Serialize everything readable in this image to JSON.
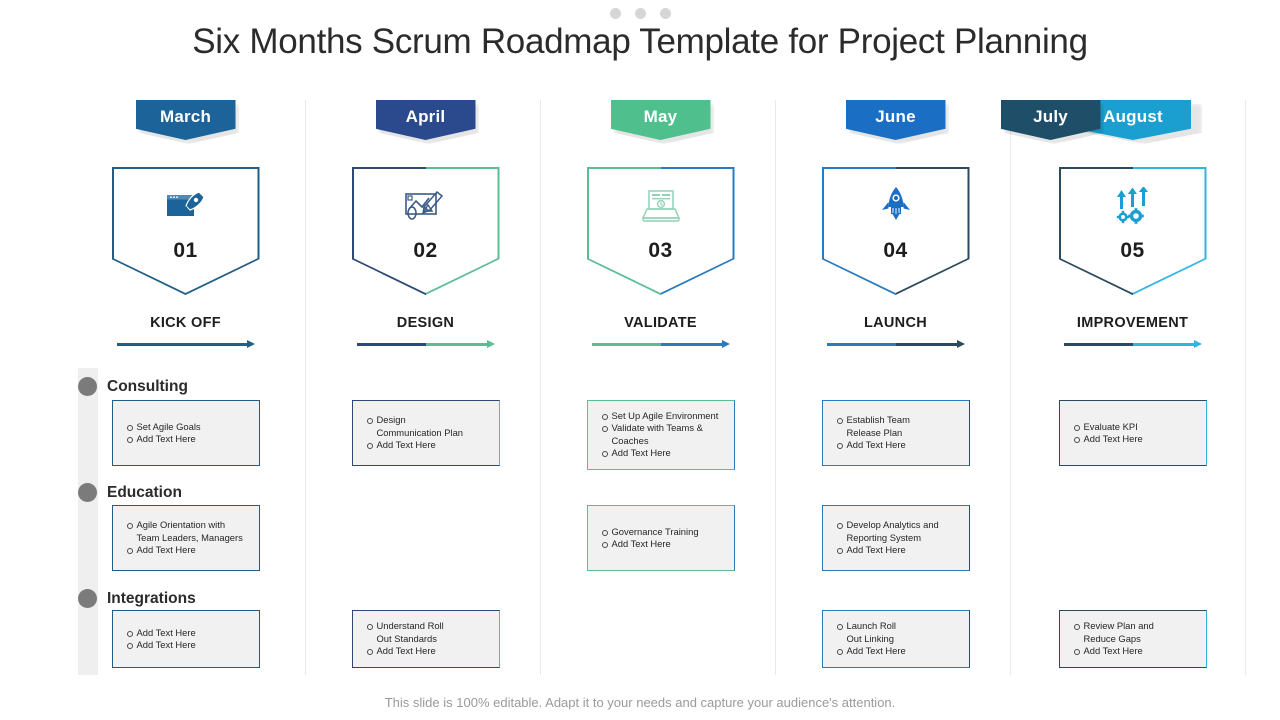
{
  "page": {
    "title": "Six Months Scrum Roadmap Template for Project Planning",
    "footer": "This slide is 100% editable. Adapt it to your needs and capture your audience's attention."
  },
  "colors": {
    "march": "#1b6399",
    "april": "#2a4a8d",
    "may": "#4fc08d",
    "june": "#1a6fc4",
    "july": "#1f4e68",
    "august": "#1b9fd1",
    "dot": "#7b7b7b",
    "box_fill": "#f1f1f1",
    "text": "#2b2b2b",
    "footer_text": "#9a9a9a"
  },
  "sidebar": {
    "items": [
      {
        "label": "Consulting",
        "icon": "circle-dot-icon"
      },
      {
        "label": "Education",
        "icon": "circle-dot-icon"
      },
      {
        "label": "Integrations",
        "icon": "circle-dot-icon"
      }
    ]
  },
  "columns": [
    {
      "month": "March",
      "month_color": "#1b6399",
      "number": "01",
      "stage": "KICK OFF",
      "icon": "browser-rocket-icon",
      "icon_color": "#1b6399",
      "border_left": "#1f5f87",
      "border_right": "#1f5f87",
      "arrow_left": "#1f5f87",
      "arrow_right": "#1f5f87",
      "boxes": [
        {
          "row": 1,
          "items": [
            "Set Agile Goals",
            "Add Text Here"
          ]
        },
        {
          "row": 2,
          "items": [
            "Agile Orientation with|Team Leaders, Managers",
            "Add Text Here"
          ]
        },
        {
          "row": 3,
          "items": [
            "Add Text Here",
            "Add Text Here"
          ]
        }
      ]
    },
    {
      "month": "April",
      "month_color": "#2a4a8d",
      "number": "02",
      "stage": "DESIGN",
      "icon": "design-board-icon",
      "icon_color": "#3b5a86",
      "border_left": "#2c4a75",
      "border_right": "#5bbd94",
      "arrow_left": "#2c4a75",
      "arrow_right": "#5bbd94",
      "boxes": [
        {
          "row": 1,
          "items": [
            "Design|Communication  Plan",
            "Add Text Here"
          ]
        },
        {
          "row": 3,
          "items": [
            "Understand Roll|Out Standards",
            "Add Text Here"
          ]
        }
      ]
    },
    {
      "month": "May",
      "month_color": "#4fc08d",
      "number": "03",
      "stage": "VALIDATE",
      "icon": "laptop-report-icon",
      "icon_color": "#8fd3b8",
      "border_left": "#5bbd94",
      "border_right": "#2a7bbd",
      "arrow_left": "#5bbd94",
      "arrow_right": "#2a7bbd",
      "boxes": [
        {
          "row": 1,
          "items": [
            "Set Up  Agile Environment",
            "Validate with Teams &|Coaches",
            "Add Text Here"
          ]
        },
        {
          "row": 2,
          "items": [
            "Governance Training",
            "Add Text Here"
          ]
        }
      ]
    },
    {
      "month": "June",
      "month_color": "#1a6fc4",
      "number": "04",
      "stage": "LAUNCH",
      "icon": "rocket-icon",
      "icon_color": "#1a6fc4",
      "border_left": "#2a7bbd",
      "border_right": "#2c4a5e",
      "arrow_left": "#2a7bbd",
      "arrow_right": "#2c4a5e",
      "boxes": [
        {
          "row": 1,
          "items": [
            "Establish Team|Release Plan",
            "Add Text Here"
          ]
        },
        {
          "row": 2,
          "items": [
            "Develop Analytics and|Reporting System",
            "Add Text Here"
          ]
        },
        {
          "row": 3,
          "items": [
            "Launch Roll|Out Linking",
            "Add Text Here"
          ]
        }
      ]
    },
    {
      "month": "August",
      "month_color": "#1b9fd1",
      "number": "05",
      "stage": "IMPROVEMENT",
      "icon": "arrows-gears-icon",
      "icon_color": "#1b9fd1",
      "border_left": "#2c4a5e",
      "border_right": "#2fb6e0",
      "arrow_left": "#2c4a5e",
      "arrow_right": "#2fb6e0",
      "boxes": [
        {
          "row": 1,
          "items": [
            "Evaluate KPI",
            "Add Text Here"
          ]
        },
        {
          "row": 3,
          "items": [
            "Review Plan and|Reduce Gaps",
            "Add Text Here"
          ]
        }
      ]
    }
  ],
  "extra_month": {
    "label": "July",
    "color": "#1f4e68"
  }
}
